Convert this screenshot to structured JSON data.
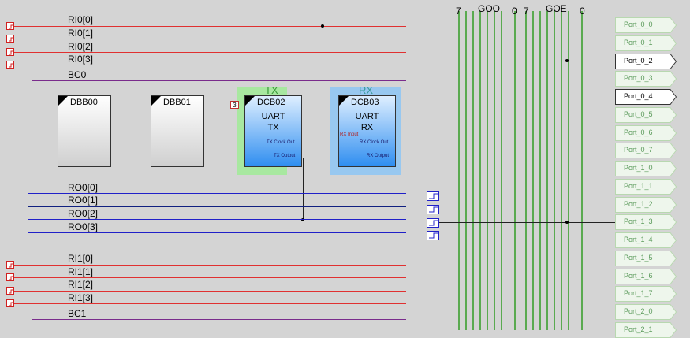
{
  "rows": {
    "ri0": [
      "RI0[0]",
      "RI0[1]",
      "RI0[2]",
      "RI0[3]"
    ],
    "bc0": "BC0",
    "ro0": [
      "RO0[0]",
      "RO0[1]",
      "RO0[2]",
      "RO0[3]"
    ],
    "ri1": [
      "RI1[0]",
      "RI1[1]",
      "RI1[2]",
      "RI1[3]"
    ],
    "bc1": "BC1"
  },
  "blocks": {
    "dbb00": {
      "name": "DBB00"
    },
    "dbb01": {
      "name": "DBB01"
    },
    "dcb02": {
      "name": "DCB02",
      "func1": "UART",
      "func2": "TX",
      "group_label": "TX",
      "clock_out": "TX Clock Out",
      "output": "TX Output",
      "clock_badge": "3"
    },
    "dcb03": {
      "name": "DCB03",
      "func1": "UART",
      "func2": "RX",
      "group_label": "RX",
      "input": "RX Input",
      "clock_out": "RX Clock Out",
      "output": "RX Output"
    }
  },
  "bus": {
    "goo": "GOO",
    "goe": "GOE",
    "goo_hi": "7",
    "goo_lo": "0",
    "goe_hi": "7",
    "goe_lo": "0"
  },
  "ports": [
    {
      "label": "Port_0_0",
      "active": false
    },
    {
      "label": "Port_0_1",
      "active": false
    },
    {
      "label": "Port_0_2",
      "active": true
    },
    {
      "label": "Port_0_3",
      "active": false
    },
    {
      "label": "Port_0_4",
      "active": true
    },
    {
      "label": "Port_0_5",
      "active": false
    },
    {
      "label": "Port_0_6",
      "active": false
    },
    {
      "label": "Port_0_7",
      "active": false
    },
    {
      "label": "Port_1_0",
      "active": false
    },
    {
      "label": "Port_1_1",
      "active": false
    },
    {
      "label": "Port_1_2",
      "active": false
    },
    {
      "label": "Port_1_3",
      "active": false
    },
    {
      "label": "Port_1_4",
      "active": false
    },
    {
      "label": "Port_1_5",
      "active": false
    },
    {
      "label": "Port_1_6",
      "active": false
    },
    {
      "label": "Port_1_7",
      "active": false
    },
    {
      "label": "Port_2_0",
      "active": false
    },
    {
      "label": "Port_2_1",
      "active": false
    }
  ],
  "colors": {
    "input_line": "#e03030",
    "output_line": "#2020c8",
    "broadcast_line": "#7a2c8c",
    "bus_line": "#5aaa50",
    "tx_group": "#a8e8a0",
    "rx_group": "#98c8f0",
    "block_blue": "#2f8ef0",
    "port_active": "#ffffff",
    "port_inactive": "#eef6ec"
  }
}
